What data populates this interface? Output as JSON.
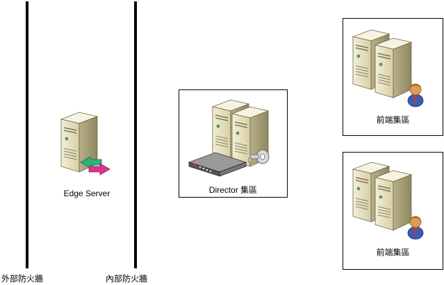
{
  "diagram": {
    "firewalls": [
      {
        "label": "外部防火牆"
      },
      {
        "label": "內部防火牆"
      }
    ],
    "edge_server": {
      "label": "Edge Server",
      "icon": "server-with-arrows-icon"
    },
    "director_pool": {
      "label": "Director 集區",
      "icon": "server-pair-with-router-and-key-icon"
    },
    "front_end_pools": [
      {
        "label": "前端集區",
        "icon": "server-pair-with-user-icon"
      },
      {
        "label": "前端集區",
        "icon": "server-pair-with-user-icon"
      }
    ]
  },
  "colors": {
    "line": "#000000",
    "server_body": "#e9e4c8",
    "server_shade": "#a9a27a",
    "arrow_green": "#2db37a",
    "arrow_pink": "#d9368a",
    "user_shirt": "#3c5cb4",
    "user_face": "#e09a52"
  }
}
